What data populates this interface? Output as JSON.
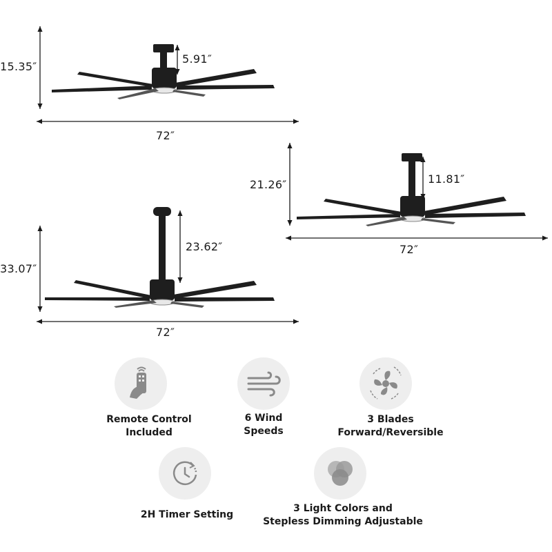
{
  "fans": [
    {
      "width": "72″",
      "height": "15.35″",
      "downrod": "5.91″"
    },
    {
      "width": "72″",
      "height": "21.26″",
      "downrod": "11.81″"
    },
    {
      "width": "72″",
      "height": "33.07″",
      "downrod": "23.62″"
    }
  ],
  "features": [
    {
      "icon": "remote-control-icon",
      "line1": "Remote Control",
      "line2": "Included"
    },
    {
      "icon": "wind-icon",
      "line1": "6 Wind",
      "line2": "Speeds"
    },
    {
      "icon": "fan-blades-icon",
      "line1": "3 Blades",
      "line2": "Forward/Reversible"
    },
    {
      "icon": "timer-icon",
      "line1": "2H Timer Setting",
      "line2": ""
    },
    {
      "icon": "light-colors-icon",
      "line1": "3 Light Colors and",
      "line2": "Stepless Dimming Adjustable"
    }
  ],
  "colors": {
    "fan": "#1e1e1e",
    "blade_light": "#555555",
    "icon": "#8a8a8a",
    "circle": "#eeeeee"
  }
}
